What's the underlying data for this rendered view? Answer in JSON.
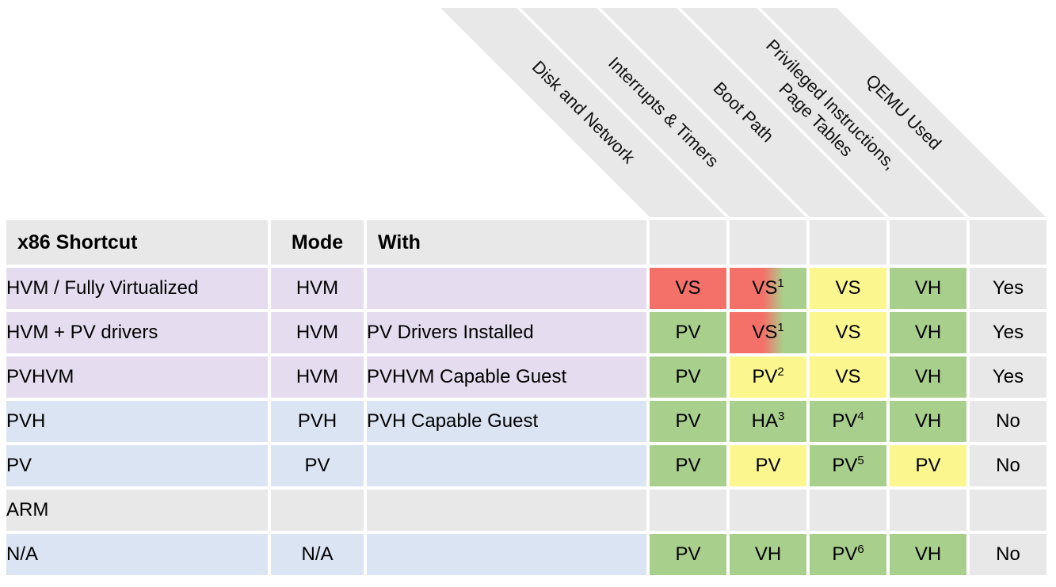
{
  "colors": {
    "red": "#f4716a",
    "green": "#a9cf8c",
    "yellow": "#fbf78e",
    "gray": "#e8e8e8",
    "purple": "#e5ddef",
    "blue": "#dbe4f3"
  },
  "chart_data": {
    "type": "table",
    "columns": [
      "x86 Shortcut",
      "Mode",
      "With",
      "Disk and Network",
      "Interrupts & Timers",
      "Boot Path",
      "Privileged Instructions, Page Tables",
      "QEMU Used"
    ],
    "column_headers": {
      "shortcut": "x86 Shortcut",
      "mode": "Mode",
      "with": "With"
    },
    "diagonal_column_headers": [
      {
        "id": "disk-and-network",
        "lines": [
          "Disk and Network"
        ]
      },
      {
        "id": "interrupts-and-timers",
        "lines": [
          "Interrupts & Timers"
        ]
      },
      {
        "id": "boot-path",
        "lines": [
          "Boot Path"
        ]
      },
      {
        "id": "privileged-instructions-page-tables",
        "lines": [
          "Privileged Instructions,",
          "Page Tables"
        ]
      },
      {
        "id": "qemu-used",
        "lines": [
          "QEMU Used"
        ]
      }
    ],
    "rows": [
      {
        "id": "hvm-fully-virtualized",
        "theme": "purple",
        "shortcut": "HVM / Fully Virtualized",
        "shortcut_bold": false,
        "mode": "HVM",
        "with": "",
        "values": [
          {
            "text": "VS",
            "color": "red"
          },
          {
            "text": "VS",
            "sup": "1",
            "color": "red_green_gradient"
          },
          {
            "text": "VS",
            "color": "yellow"
          },
          {
            "text": "VH",
            "color": "green"
          },
          {
            "text": "Yes",
            "color": "gray"
          }
        ]
      },
      {
        "id": "hvm-plus-pv-drivers",
        "theme": "purple",
        "shortcut": "HVM + PV drivers",
        "shortcut_bold": false,
        "mode": "HVM",
        "with": "PV Drivers Installed",
        "values": [
          {
            "text": "PV",
            "color": "green"
          },
          {
            "text": "VS",
            "sup": "1",
            "color": "red_green_gradient"
          },
          {
            "text": "VS",
            "color": "yellow"
          },
          {
            "text": "VH",
            "color": "green"
          },
          {
            "text": "Yes",
            "color": "gray"
          }
        ]
      },
      {
        "id": "pvhvm",
        "theme": "purple",
        "shortcut": "PVHVM",
        "shortcut_bold": false,
        "mode": "HVM",
        "with": "PVHVM Capable Guest",
        "values": [
          {
            "text": "PV",
            "color": "green"
          },
          {
            "text": "PV",
            "sup": "2",
            "color": "yellow"
          },
          {
            "text": "VS",
            "color": "yellow"
          },
          {
            "text": "VH",
            "color": "green"
          },
          {
            "text": "Yes",
            "color": "gray"
          }
        ]
      },
      {
        "id": "pvh",
        "theme": "blue",
        "shortcut": "PVH",
        "shortcut_bold": false,
        "mode": "PVH",
        "with": "PVH Capable Guest",
        "values": [
          {
            "text": "PV",
            "color": "green"
          },
          {
            "text": "HA",
            "sup": "3",
            "color": "green"
          },
          {
            "text": "PV",
            "sup": "4",
            "color": "green"
          },
          {
            "text": "VH",
            "color": "green"
          },
          {
            "text": "No",
            "color": "gray"
          }
        ]
      },
      {
        "id": "pv",
        "theme": "blue",
        "shortcut": "PV",
        "shortcut_bold": false,
        "mode": "PV",
        "with": "",
        "values": [
          {
            "text": "PV",
            "color": "green"
          },
          {
            "text": "PV",
            "color": "yellow"
          },
          {
            "text": "PV",
            "sup": "5",
            "color": "green"
          },
          {
            "text": "PV",
            "color": "yellow"
          },
          {
            "text": "No",
            "color": "gray"
          }
        ]
      },
      {
        "id": "arm-section",
        "theme": "gray",
        "shortcut": "ARM",
        "shortcut_bold": true,
        "mode": "",
        "with": "",
        "values": [
          {
            "text": "",
            "color": "gray"
          },
          {
            "text": "",
            "color": "gray"
          },
          {
            "text": "",
            "color": "gray"
          },
          {
            "text": "",
            "color": "gray"
          },
          {
            "text": "",
            "color": "gray"
          }
        ]
      },
      {
        "id": "arm-na",
        "theme": "blue",
        "shortcut": "N/A",
        "shortcut_bold": false,
        "mode": "N/A",
        "with": "",
        "values": [
          {
            "text": "PV",
            "color": "green"
          },
          {
            "text": "VH",
            "color": "green"
          },
          {
            "text": "PV",
            "sup": "6",
            "color": "green"
          },
          {
            "text": "VH",
            "color": "green"
          },
          {
            "text": "No",
            "color": "gray"
          }
        ]
      }
    ]
  }
}
